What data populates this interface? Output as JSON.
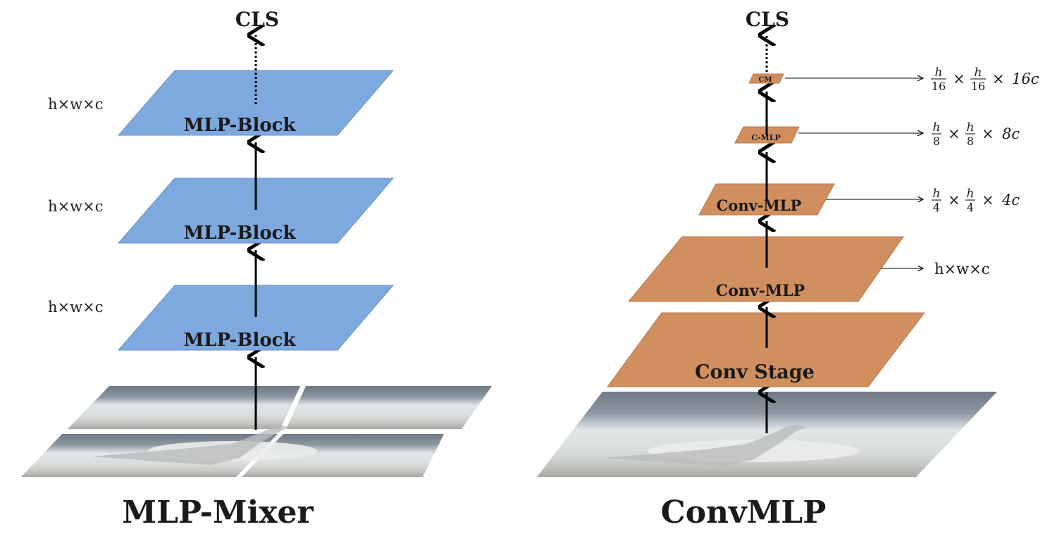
{
  "colors": {
    "mixer_block": "#7ea9df",
    "mixer_block_stroke": "#6a93c9",
    "convmlp_block": "#d18f60",
    "convmlp_block_stroke": "#b97a4c",
    "arrow": "#000000",
    "text": "#1a1a1a"
  },
  "mixer": {
    "title": "MLP-Mixer",
    "output_label": "CLS",
    "block_label": "MLP-Block",
    "dim_label": "h×w×c",
    "block_count": 3
  },
  "convmlp": {
    "title": "ConvMLP",
    "output_label": "CLS",
    "stages": [
      {
        "label": "Conv Stage",
        "dim": ""
      },
      {
        "label": "Conv-MLP",
        "dim": "h×w×c"
      },
      {
        "label": "Conv-MLP",
        "dim": "h/4 × h/4 × 4c"
      },
      {
        "label": "C-MLP",
        "dim": "h/8 × h/8 × 8c"
      },
      {
        "label": "CM",
        "dim": "h/16 × h/16 × 16c"
      }
    ]
  },
  "math": {
    "h": "h",
    "times": "×",
    "d4": "4",
    "d8": "8",
    "d16": "16",
    "c4": "4c",
    "c8": "8c",
    "c16": "16c"
  }
}
